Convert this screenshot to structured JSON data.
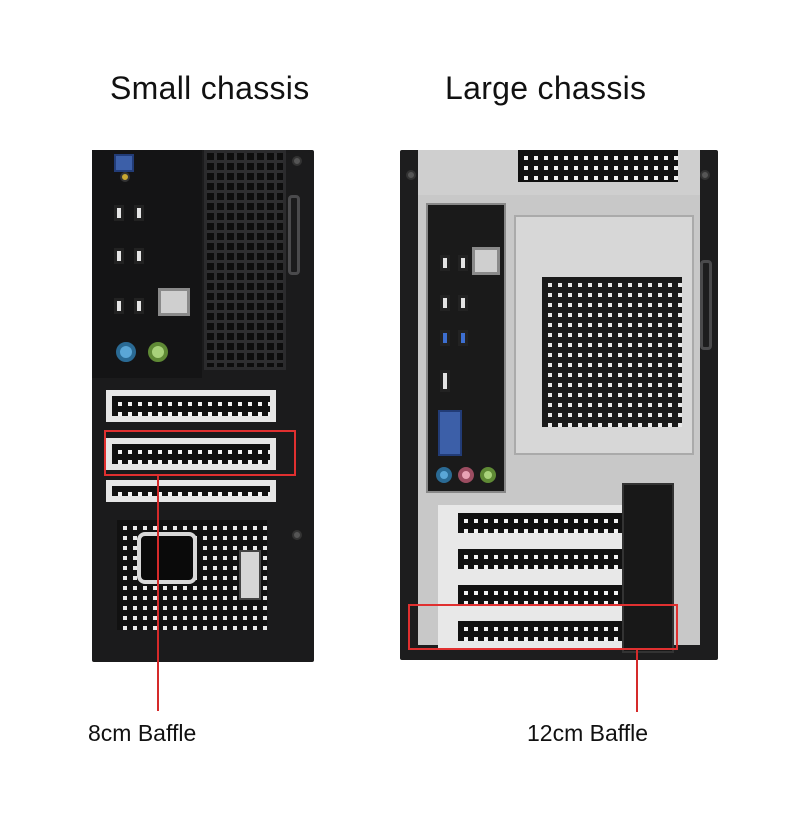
{
  "labels": {
    "small_title": "Small chassis",
    "large_title": "Large chassis",
    "small_caption": "8cm Baffle",
    "large_caption": "12cm Baffle"
  },
  "colors": {
    "highlight": "#e03030",
    "chassis": "#1b1b1c",
    "port_blue": "#3c5fa8"
  }
}
